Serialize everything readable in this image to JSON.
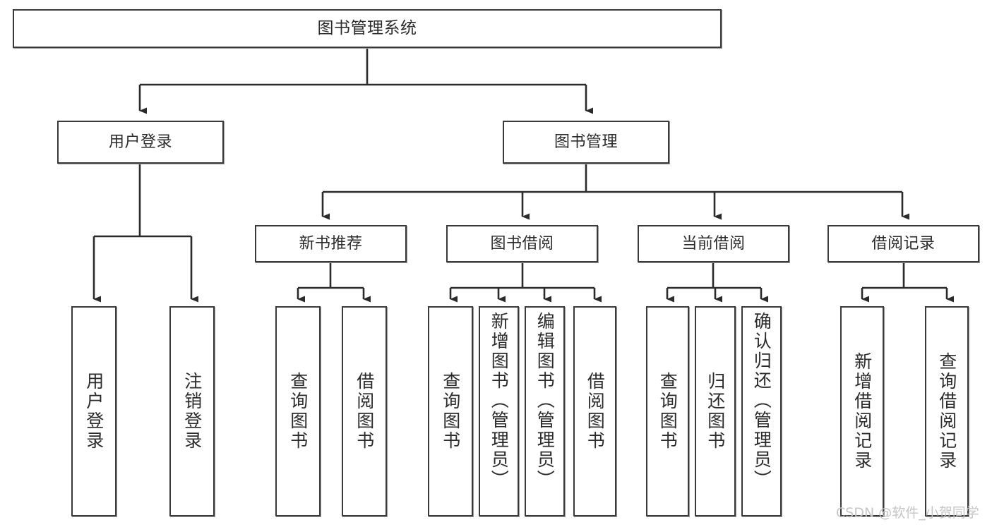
{
  "diagram": {
    "title": "图书管理系统",
    "type": "tree",
    "orientation": "top-down",
    "colors": {
      "box_border": "#3a3a3a",
      "box_fill": "#ffffff",
      "edge": "#2b2b2b",
      "watermark": "#c6c6c6",
      "background": "#ffffff"
    },
    "nodes": [
      {
        "id": "root",
        "label": "图书管理系统",
        "level": 0,
        "text_orientation": "horizontal"
      },
      {
        "id": "login",
        "label": "用户登录",
        "level": 1,
        "text_orientation": "horizontal"
      },
      {
        "id": "bookmgmt",
        "label": "图书管理",
        "level": 1,
        "text_orientation": "horizontal"
      },
      {
        "id": "newbook",
        "label": "新书推荐",
        "level": 2,
        "text_orientation": "horizontal"
      },
      {
        "id": "borrow",
        "label": "图书借阅",
        "level": 2,
        "text_orientation": "horizontal"
      },
      {
        "id": "current",
        "label": "当前借阅",
        "level": 2,
        "text_orientation": "horizontal"
      },
      {
        "id": "record",
        "label": "借阅记录",
        "level": 2,
        "text_orientation": "horizontal"
      },
      {
        "id": "leaf1",
        "label": "用户登录",
        "level": 3,
        "parent": "login",
        "text_orientation": "vertical"
      },
      {
        "id": "leaf2",
        "label": "注销登录",
        "level": 3,
        "parent": "login",
        "text_orientation": "vertical"
      },
      {
        "id": "leaf3",
        "label": "查询图书",
        "level": 3,
        "parent": "newbook",
        "text_orientation": "vertical"
      },
      {
        "id": "leaf4",
        "label": "借阅图书",
        "level": 3,
        "parent": "newbook",
        "text_orientation": "vertical"
      },
      {
        "id": "leaf5",
        "label": "查询图书",
        "level": 3,
        "parent": "borrow",
        "text_orientation": "vertical"
      },
      {
        "id": "leaf6",
        "label": "新增图书（管理员）",
        "level": 3,
        "parent": "borrow",
        "text_orientation": "vertical"
      },
      {
        "id": "leaf7",
        "label": "编辑图书（管理员）",
        "level": 3,
        "parent": "borrow",
        "text_orientation": "vertical"
      },
      {
        "id": "leaf8",
        "label": "借阅图书",
        "level": 3,
        "parent": "borrow",
        "text_orientation": "vertical"
      },
      {
        "id": "leaf9",
        "label": "查询图书",
        "level": 3,
        "parent": "current",
        "text_orientation": "vertical"
      },
      {
        "id": "leaf10",
        "label": "归还图书",
        "level": 3,
        "parent": "current",
        "text_orientation": "vertical"
      },
      {
        "id": "leaf11",
        "label": "确认归还（管理员）",
        "level": 3,
        "parent": "current",
        "text_orientation": "vertical"
      },
      {
        "id": "leaf12",
        "label": "新增借阅记录",
        "level": 3,
        "parent": "record",
        "text_orientation": "vertical"
      },
      {
        "id": "leaf13",
        "label": "查询借阅记录",
        "level": 3,
        "parent": "record",
        "text_orientation": "vertical"
      }
    ]
  },
  "watermark": {
    "text": "CSDN @软件_小贺同学"
  }
}
